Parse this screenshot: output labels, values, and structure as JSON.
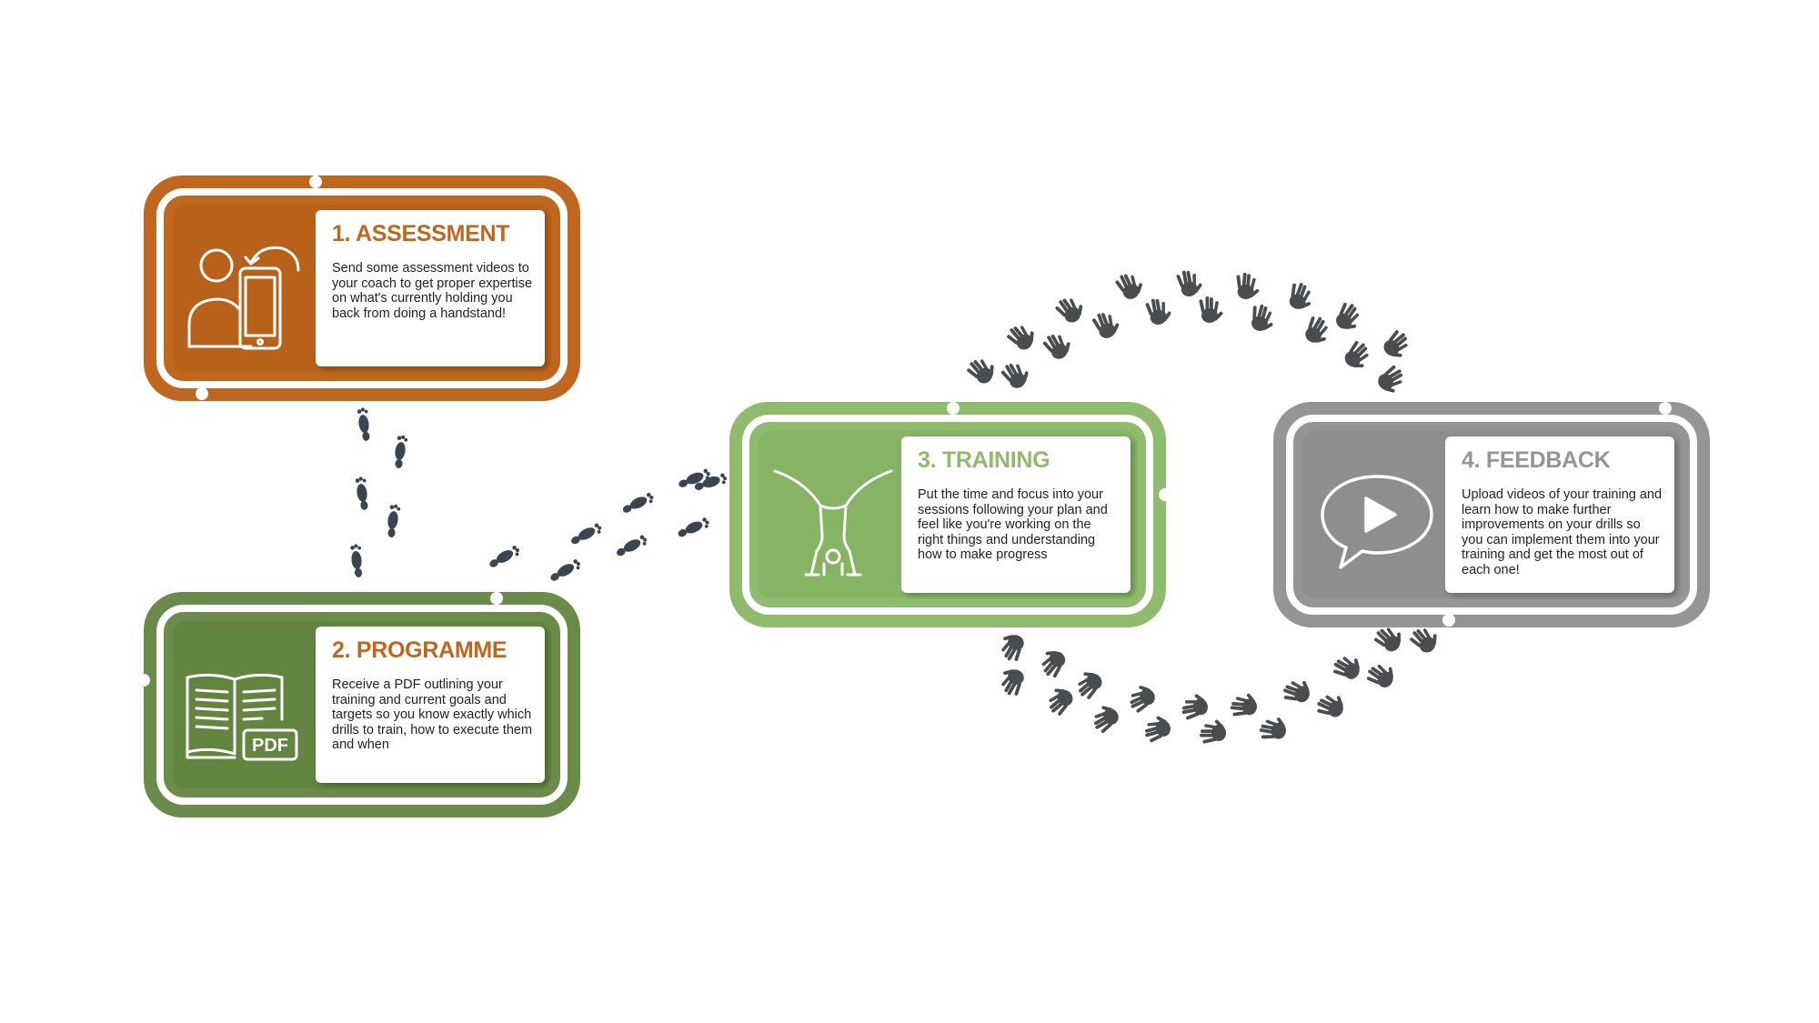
{
  "steps": [
    {
      "title": "1. ASSESSMENT",
      "body": "Send some assessment videos to your coach to get proper expertise on what's currently holding you back from doing a handstand!",
      "color": "#c0671f",
      "inner_color": "#b8611b",
      "title_color": "#c0671f",
      "icon": "person-phone-icon"
    },
    {
      "title": "2. PROGRAMME",
      "body": "Receive a PDF outlining your training and current goals and targets so you know exactly which drills to train, how to execute them and when",
      "color": "#6a8b4a",
      "inner_color": "#62853f",
      "title_color": "#c0671f",
      "icon": "pdf-book-icon",
      "icon_text": "PDF"
    },
    {
      "title": "3. TRAINING",
      "body": "Put the time and focus into your sessions following your plan and feel like you're working on the right things and understanding how to make progress",
      "color": "#8fbb6e",
      "inner_color": "#86b464",
      "title_color": "#8fbb6e",
      "icon": "handstand-icon"
    },
    {
      "title": "4. FEEDBACK",
      "body": "Upload videos of your training and learn how to make further improvements on your drills so you can implement them into your training and get the most out of each one!",
      "color": "#959595",
      "inner_color": "#8e8e8e",
      "title_color": "#959595",
      "icon": "video-chat-icon"
    }
  ],
  "connectors": {
    "footprint_color": "#3a4552",
    "handprint_color": "#4a4d50"
  }
}
